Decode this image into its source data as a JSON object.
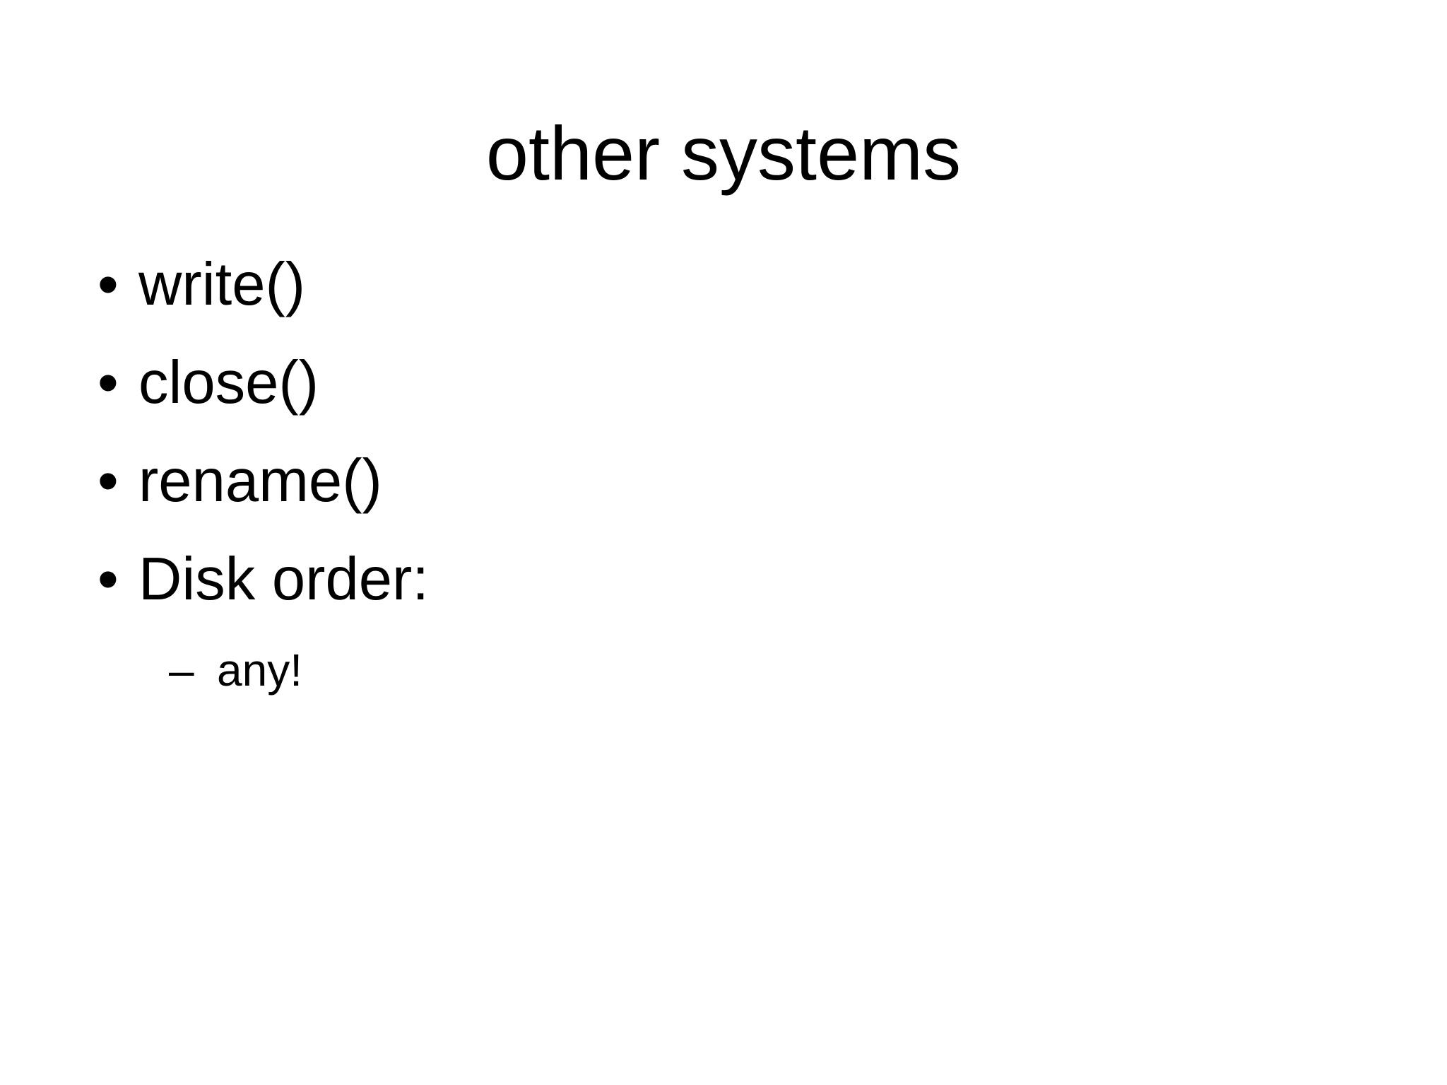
{
  "slide": {
    "title": "other systems",
    "bullets": [
      {
        "label": "write()"
      },
      {
        "label": "close()"
      },
      {
        "label": "rename()"
      },
      {
        "label": "Disk order:"
      }
    ],
    "sub_bullets": [
      {
        "label": "any!"
      }
    ],
    "markers": {
      "level1": "•",
      "level2": "–"
    },
    "colors": {
      "background": "#ffffff",
      "text": "#000000"
    }
  }
}
